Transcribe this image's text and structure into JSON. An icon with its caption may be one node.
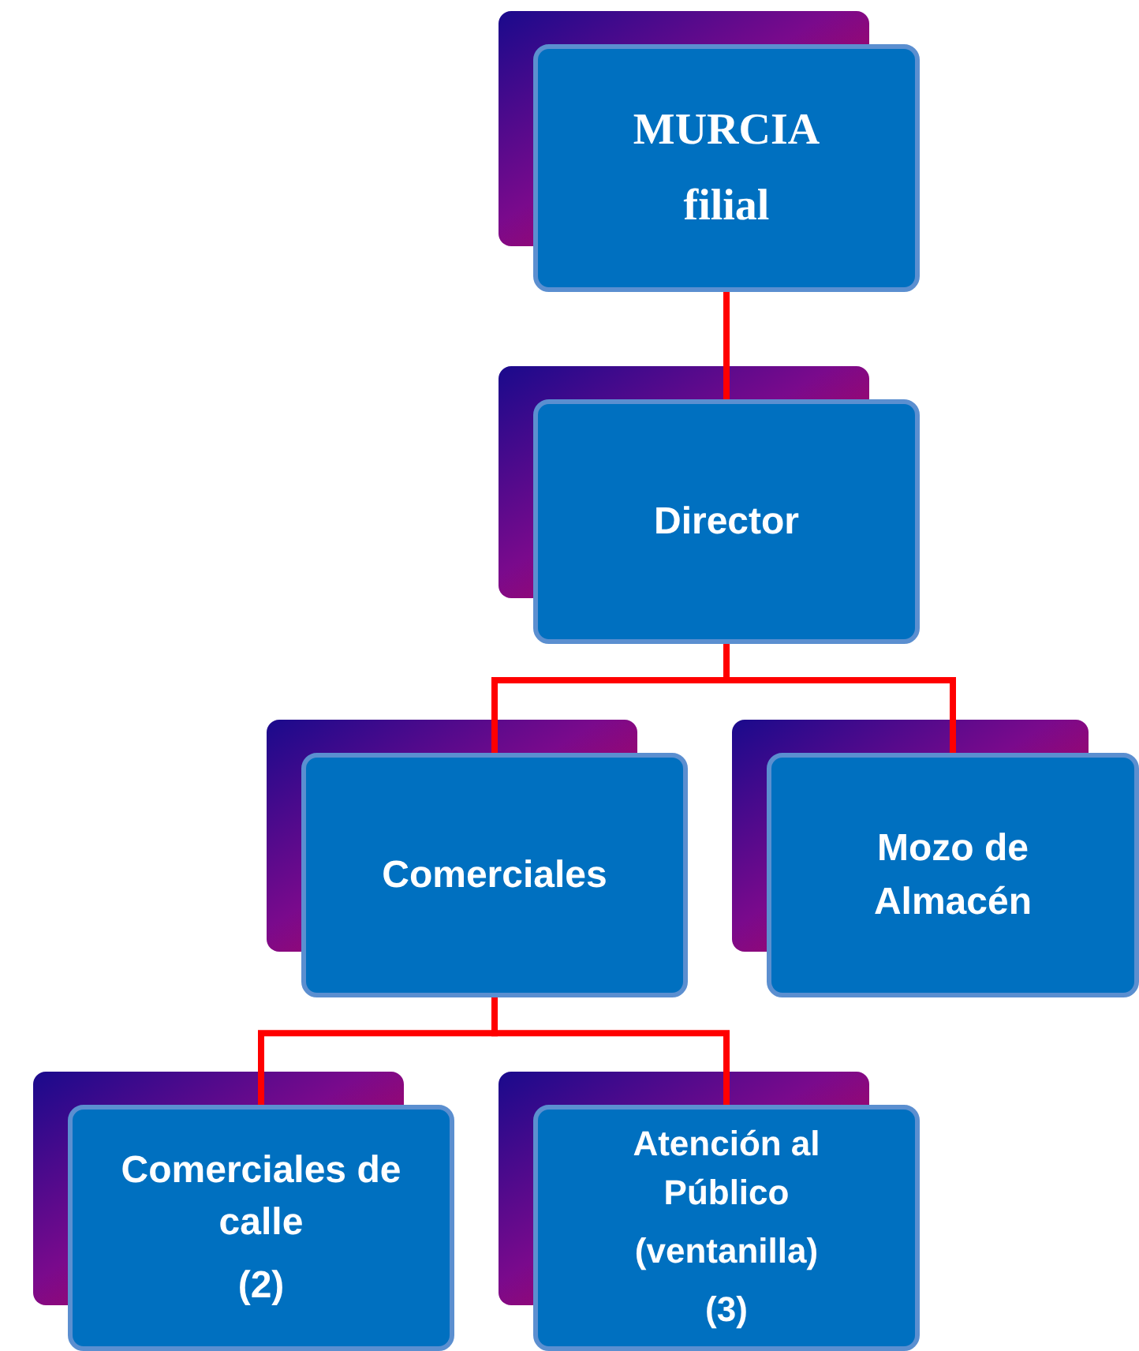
{
  "diagram": {
    "nodes": [
      {
        "text": [
          "MURCIA filial"
        ]
      },
      {
        "text": [
          "Director"
        ]
      },
      {
        "text": [
          "Comerciales"
        ]
      },
      {
        "text": [
          "Mozo de Almacén"
        ]
      },
      {
        "text": [
          "Comerciales de calle",
          "(2)"
        ]
      },
      {
        "text": [
          "Atención al Público",
          "(ventanilla)",
          "(3)"
        ]
      }
    ],
    "edges": [
      {
        "from": 0,
        "to": 1,
        "arrow": "none"
      },
      {
        "from": 1,
        "to": 2,
        "arrow": "none"
      },
      {
        "from": 1,
        "to": 3,
        "arrow": "none"
      },
      {
        "from": 2,
        "to": 4,
        "arrow": "none"
      },
      {
        "from": 2,
        "to": 5,
        "arrow": "none"
      }
    ]
  }
}
